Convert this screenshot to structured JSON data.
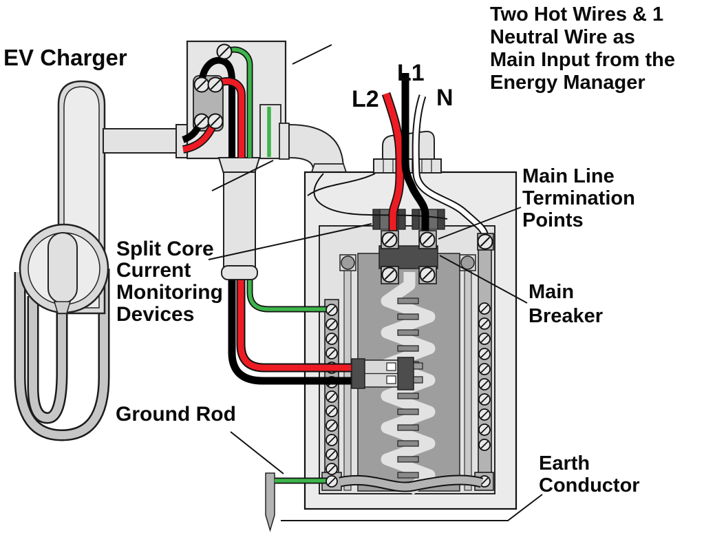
{
  "diagram_title": "EV charger to breaker panel wiring diagram",
  "labels": {
    "ev_charger": "EV Charger",
    "top_note": [
      "Two Hot Wires & 1",
      "Neutral Wire as",
      "Main Input from the",
      "Energy Manager"
    ],
    "l1": "L1",
    "l2": "L2",
    "n": "N",
    "main_line_termination": [
      "Main Line",
      "Termination",
      "Points"
    ],
    "main_breaker": [
      "Main",
      "Breaker"
    ],
    "split_core": [
      "Split Core",
      "Current",
      "Monitoring",
      "Devices"
    ],
    "ground_rod": "Ground Rod",
    "earth_conductor": [
      "Earth",
      "Conductor"
    ]
  },
  "colors": {
    "hot_wire_l1": "#000000",
    "hot_wire_l2": "#ed1c24",
    "neutral_wire": "#ffffff",
    "ground_wire": "#3db54a",
    "panel_fill": "#ebebeb",
    "inner_panel_fill": "#e2e2e2",
    "component_dark": "#4d4d4d",
    "bus_gray": "#b3b3b3",
    "center_bus_gray": "#9e9e9e",
    "text": "#0a0a0a"
  }
}
